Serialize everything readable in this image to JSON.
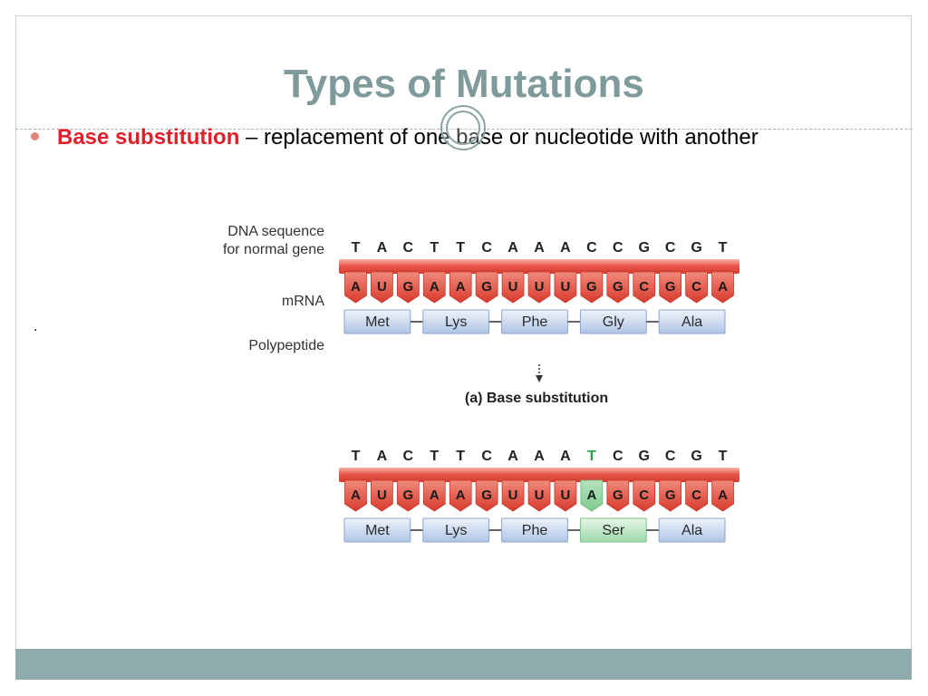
{
  "slide": {
    "title": "Types of Mutations",
    "bullet": {
      "term": "Base substitution",
      "text": " – replacement of one base or nucleotide with another"
    },
    "stray_mark": "."
  },
  "diagram": {
    "labels": {
      "dna_line1": "DNA sequence",
      "dna_line2": "for normal gene",
      "mrna": "mRNA",
      "polypeptide": "Polypeptide",
      "caption": "(a) Base substitution"
    },
    "normal": {
      "dna": [
        "T",
        "A",
        "C",
        "T",
        "T",
        "C",
        "A",
        "A",
        "A",
        "C",
        "C",
        "G",
        "C",
        "G",
        "T"
      ],
      "mrna": [
        "A",
        "U",
        "G",
        "A",
        "A",
        "G",
        "U",
        "U",
        "U",
        "G",
        "G",
        "C",
        "G",
        "C",
        "A"
      ],
      "polypeptide": [
        "Met",
        "Lys",
        "Phe",
        "Gly",
        "Ala"
      ]
    },
    "mutant": {
      "dna": [
        "T",
        "A",
        "C",
        "T",
        "T",
        "C",
        "A",
        "A",
        "A",
        "T",
        "C",
        "G",
        "C",
        "G",
        "T"
      ],
      "mrna": [
        "A",
        "U",
        "G",
        "A",
        "A",
        "G",
        "U",
        "U",
        "U",
        "A",
        "G",
        "C",
        "G",
        "C",
        "A"
      ],
      "polypeptide": [
        "Met",
        "Lys",
        "Phe",
        "Ser",
        "Ala"
      ],
      "mutated_index": 9,
      "mutated_codon_index": 3
    },
    "colors": {
      "strand_red": "#e8584a",
      "mutation_green": "#2e9e4a",
      "amino_blue": "#c9d8f0",
      "amino_green": "#b9e3c1"
    }
  }
}
